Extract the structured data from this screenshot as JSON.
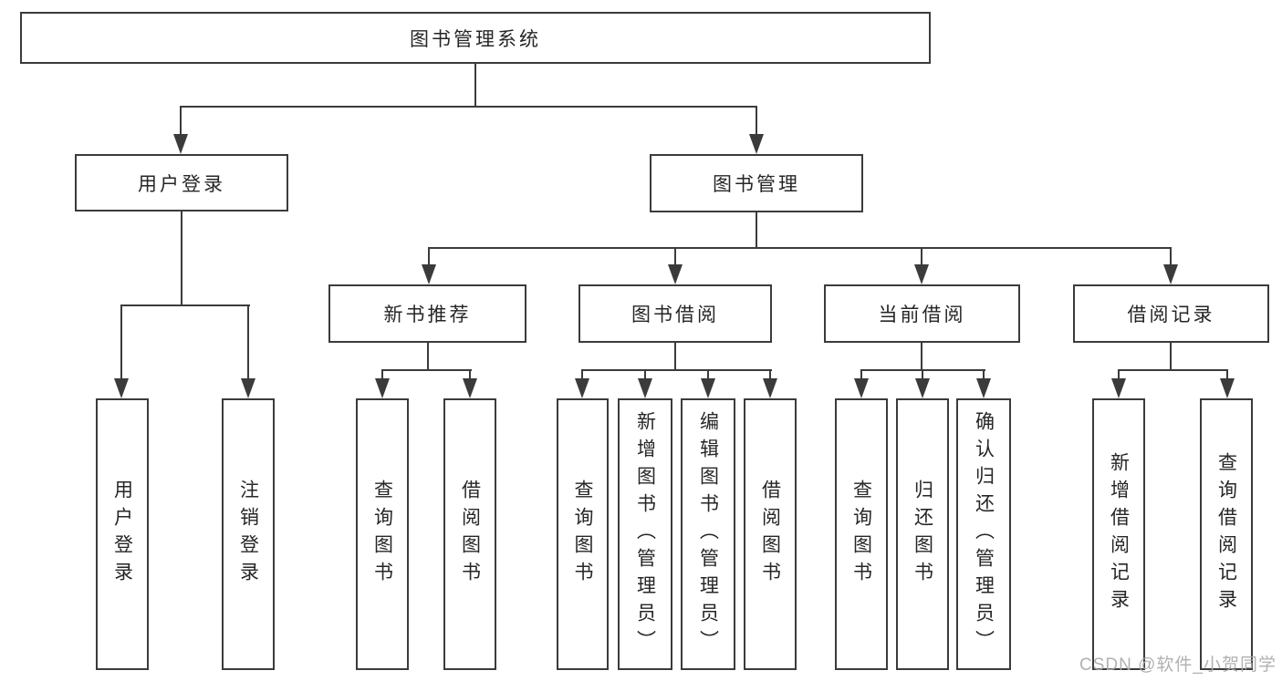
{
  "tree": {
    "root": {
      "label": "图书管理系统"
    },
    "level2": [
      {
        "id": "user-login",
        "label": "用户登录"
      },
      {
        "id": "book-management",
        "label": "图书管理"
      }
    ],
    "level3": [
      {
        "id": "new-book-recommend",
        "label": "新书推荐"
      },
      {
        "id": "book-borrow",
        "label": "图书借阅"
      },
      {
        "id": "current-borrow",
        "label": "当前借阅"
      },
      {
        "id": "borrow-records",
        "label": "借阅记录"
      }
    ],
    "leaves": [
      {
        "id": "user-login-action",
        "label": "用户登录",
        "parent": "用户登录"
      },
      {
        "id": "logout-action",
        "label": "注销登录",
        "parent": "用户登录"
      },
      {
        "id": "query-book-recommend",
        "label": "查询图书",
        "parent": "新书推荐"
      },
      {
        "id": "borrow-book-recommend",
        "label": "借阅图书",
        "parent": "新书推荐"
      },
      {
        "id": "query-book-borrow",
        "label": "查询图书",
        "parent": "图书借阅"
      },
      {
        "id": "add-book-admin",
        "label": "新增图书（管理员）",
        "parent": "图书借阅"
      },
      {
        "id": "edit-book-admin",
        "label": "编辑图书（管理员）",
        "parent": "图书借阅"
      },
      {
        "id": "borrow-book",
        "label": "借阅图书",
        "parent": "图书借阅"
      },
      {
        "id": "query-book-current",
        "label": "查询图书",
        "parent": "当前借阅"
      },
      {
        "id": "return-book",
        "label": "归还图书",
        "parent": "当前借阅"
      },
      {
        "id": "confirm-return-admin",
        "label": "确认归还（管理员）",
        "parent": "当前借阅"
      },
      {
        "id": "add-borrow-record",
        "label": "新增借阅记录",
        "parent": "借阅记录"
      },
      {
        "id": "query-borrow-record",
        "label": "查询借阅记录",
        "parent": "借阅记录"
      }
    ],
    "watermark": "CSDN @软件_小贺同学",
    "colors": {
      "line": "#3b3b3b",
      "text": "#262626",
      "background": "#ffffff",
      "watermark": "#a9a9a9"
    }
  }
}
